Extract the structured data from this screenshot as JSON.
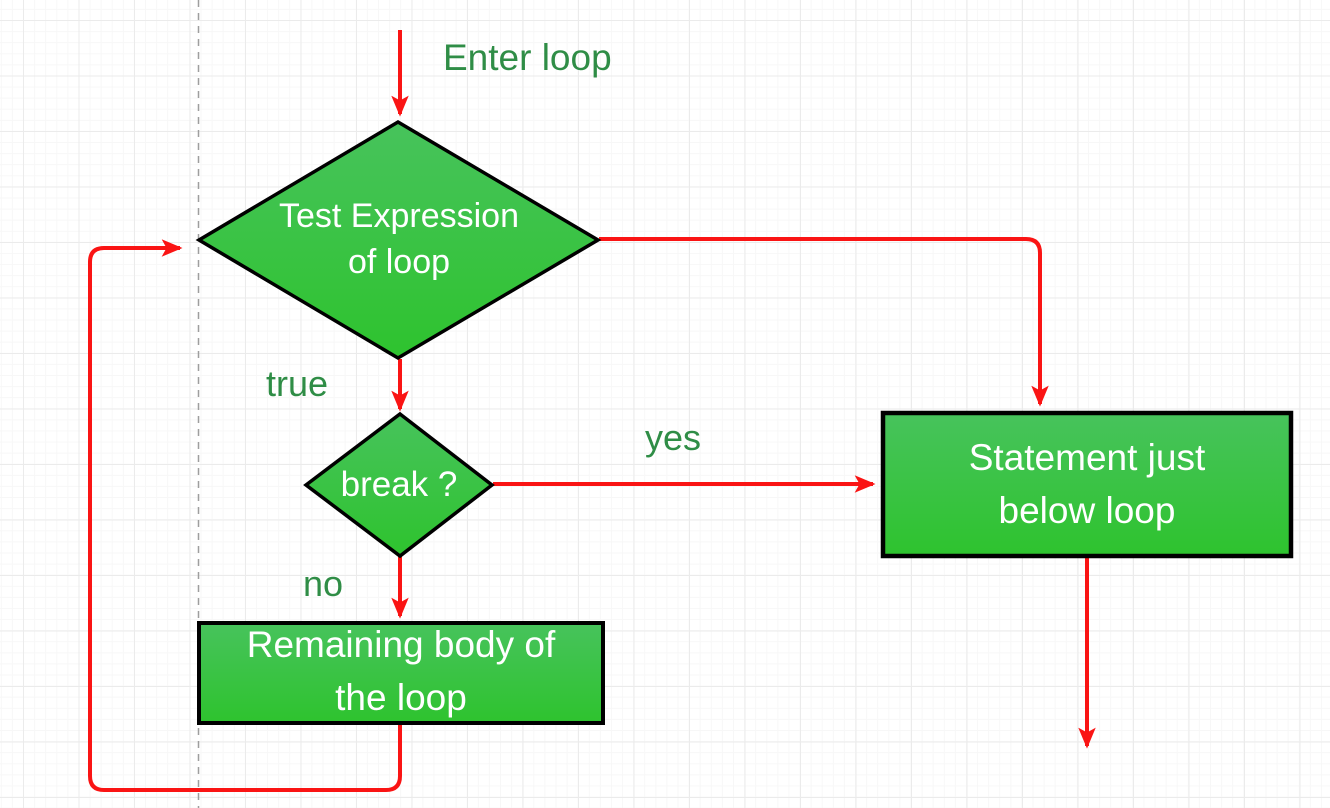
{
  "diagram": {
    "description": "Flowchart of break statement behavior inside a loop",
    "entry_label": "Enter loop",
    "nodes": {
      "test_expression": {
        "type": "decision",
        "lines": [
          "Test Expression",
          "of loop"
        ]
      },
      "break_check": {
        "type": "decision",
        "label": "break ?"
      },
      "statement_below": {
        "type": "process",
        "lines": [
          "Statement just",
          "below loop"
        ]
      },
      "remaining_body": {
        "type": "process",
        "lines": [
          "Remaining body of",
          "the loop"
        ]
      }
    },
    "edge_labels": {
      "true_label": "true",
      "yes_label": "yes",
      "no_label": "no"
    },
    "colors": {
      "shape_fill_top": "#47c35c",
      "shape_fill_bottom": "#2ec32e",
      "shape_border": "#000000",
      "shape_text": "#ffffff",
      "arrow_red": "#fa1414",
      "label_green": "#2f8d46",
      "grid_major": "#ebebeb",
      "grid_minor": "#f7f7f7",
      "dashed_guide": "#9e9e9e",
      "canvas_background": "#ffffff"
    }
  }
}
